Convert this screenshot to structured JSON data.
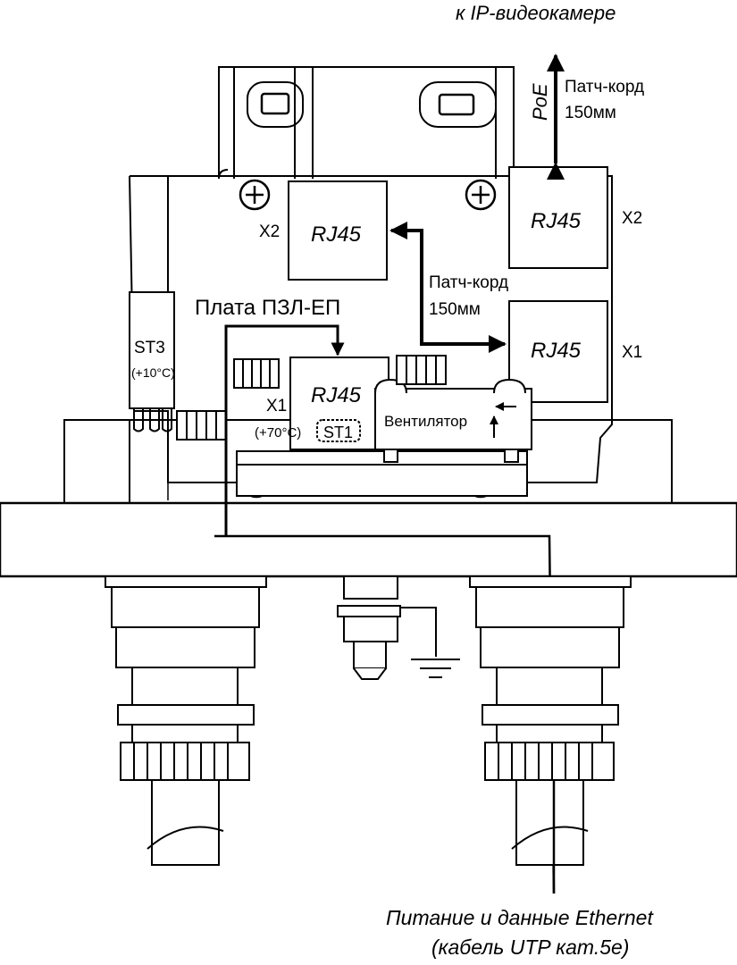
{
  "labels": {
    "top_caption": "к IP-видеокамере",
    "poe": "PoE",
    "patch_cord_top_1": "Патч-корд",
    "patch_cord_top_2": "150мм",
    "rj45_right_top": "RJ45",
    "x2_right": "X2",
    "rj45_center_top": "RJ45",
    "x2_left": "X2",
    "patch_cord_mid_1": "Патч-корд",
    "patch_cord_mid_2": "150мм",
    "rj45_right_bottom": "RJ45",
    "x1_right": "X1",
    "board_title": "Плата ПЗЛ-ЕП",
    "st3": "ST3",
    "st3_temp": "(+10°C)",
    "rj45_board": "RJ45",
    "x1_board": "X1",
    "temp_70": "(+70°C)",
    "st1": "ST1",
    "fan": "Вентилятор",
    "bottom_caption_1": "Питание и данные Ethernet",
    "bottom_caption_2": "(кабель UTP кат.5е)"
  }
}
